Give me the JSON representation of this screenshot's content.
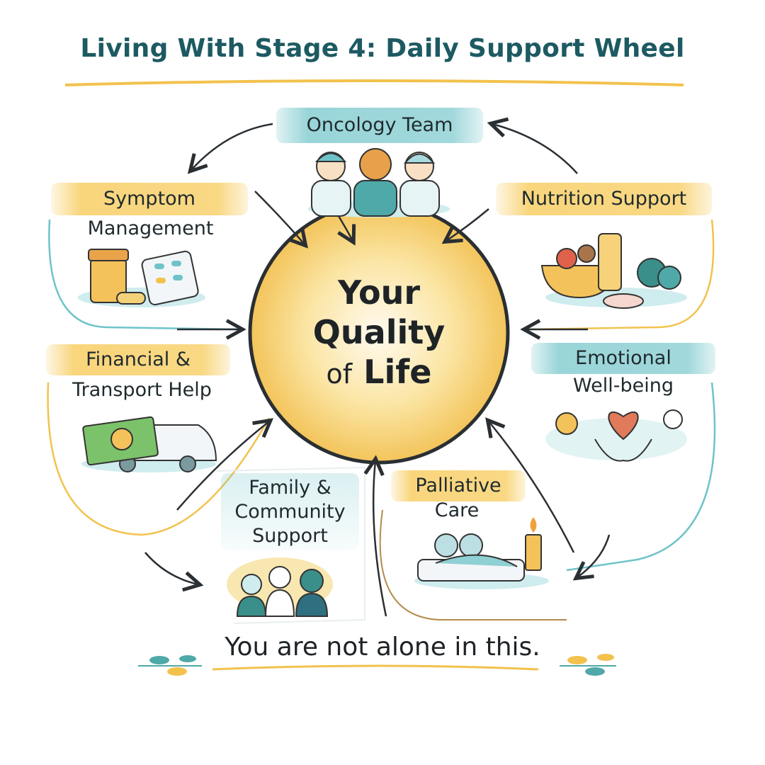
{
  "title": "Living With Stage 4: Daily Support Wheel",
  "center": {
    "line1": "Your",
    "line2": "Quality",
    "line3_a": "of",
    "line3_b": "Life"
  },
  "nodes": {
    "oncology": {
      "label": "Oncology Team"
    },
    "symptom": {
      "line1": "Symptom",
      "line2": "Management"
    },
    "nutrition": {
      "label": "Nutrition Support"
    },
    "financial": {
      "line1": "Financial &",
      "line2": "Transport Help"
    },
    "emotional": {
      "line1": "Emotional",
      "line2": "Well-being"
    },
    "family": {
      "line1": "Family &",
      "line2": "Community",
      "line3": "Support"
    },
    "palliative": {
      "line1": "Palliative",
      "line2": "Care"
    }
  },
  "footer": "You are not alone in this.",
  "colors": {
    "title": "#1d5a62",
    "yellow": "#f7c850",
    "teal": "#6ec3c8",
    "ink": "#1e2326"
  }
}
